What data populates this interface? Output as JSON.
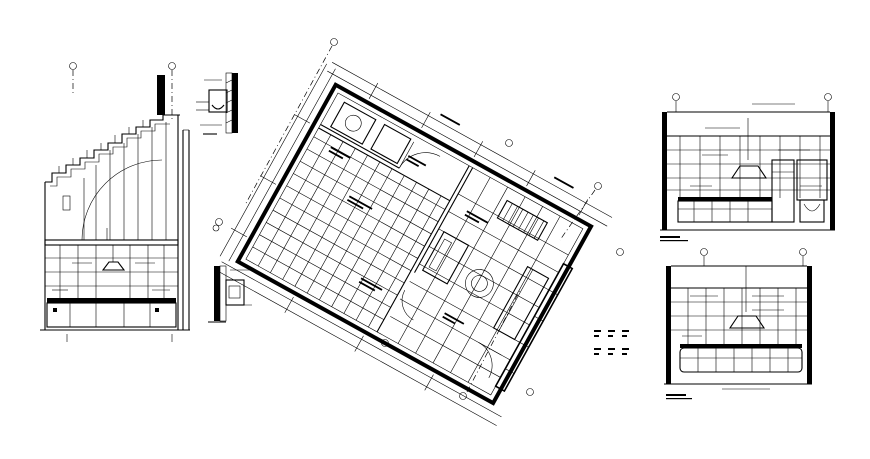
{
  "drawing": {
    "views": [
      {
        "id": "section-stair-elevation",
        "kind": "section"
      },
      {
        "id": "detail-upper",
        "kind": "detail"
      },
      {
        "id": "detail-lower",
        "kind": "detail"
      },
      {
        "id": "kitchen-floor-plan",
        "kind": "plan",
        "rotation_deg": 29
      },
      {
        "id": "elevation-upper-right",
        "kind": "elevation"
      },
      {
        "id": "elevation-lower-right",
        "kind": "elevation"
      }
    ],
    "colors": {
      "line": "#000000",
      "paper": "#ffffff"
    }
  }
}
